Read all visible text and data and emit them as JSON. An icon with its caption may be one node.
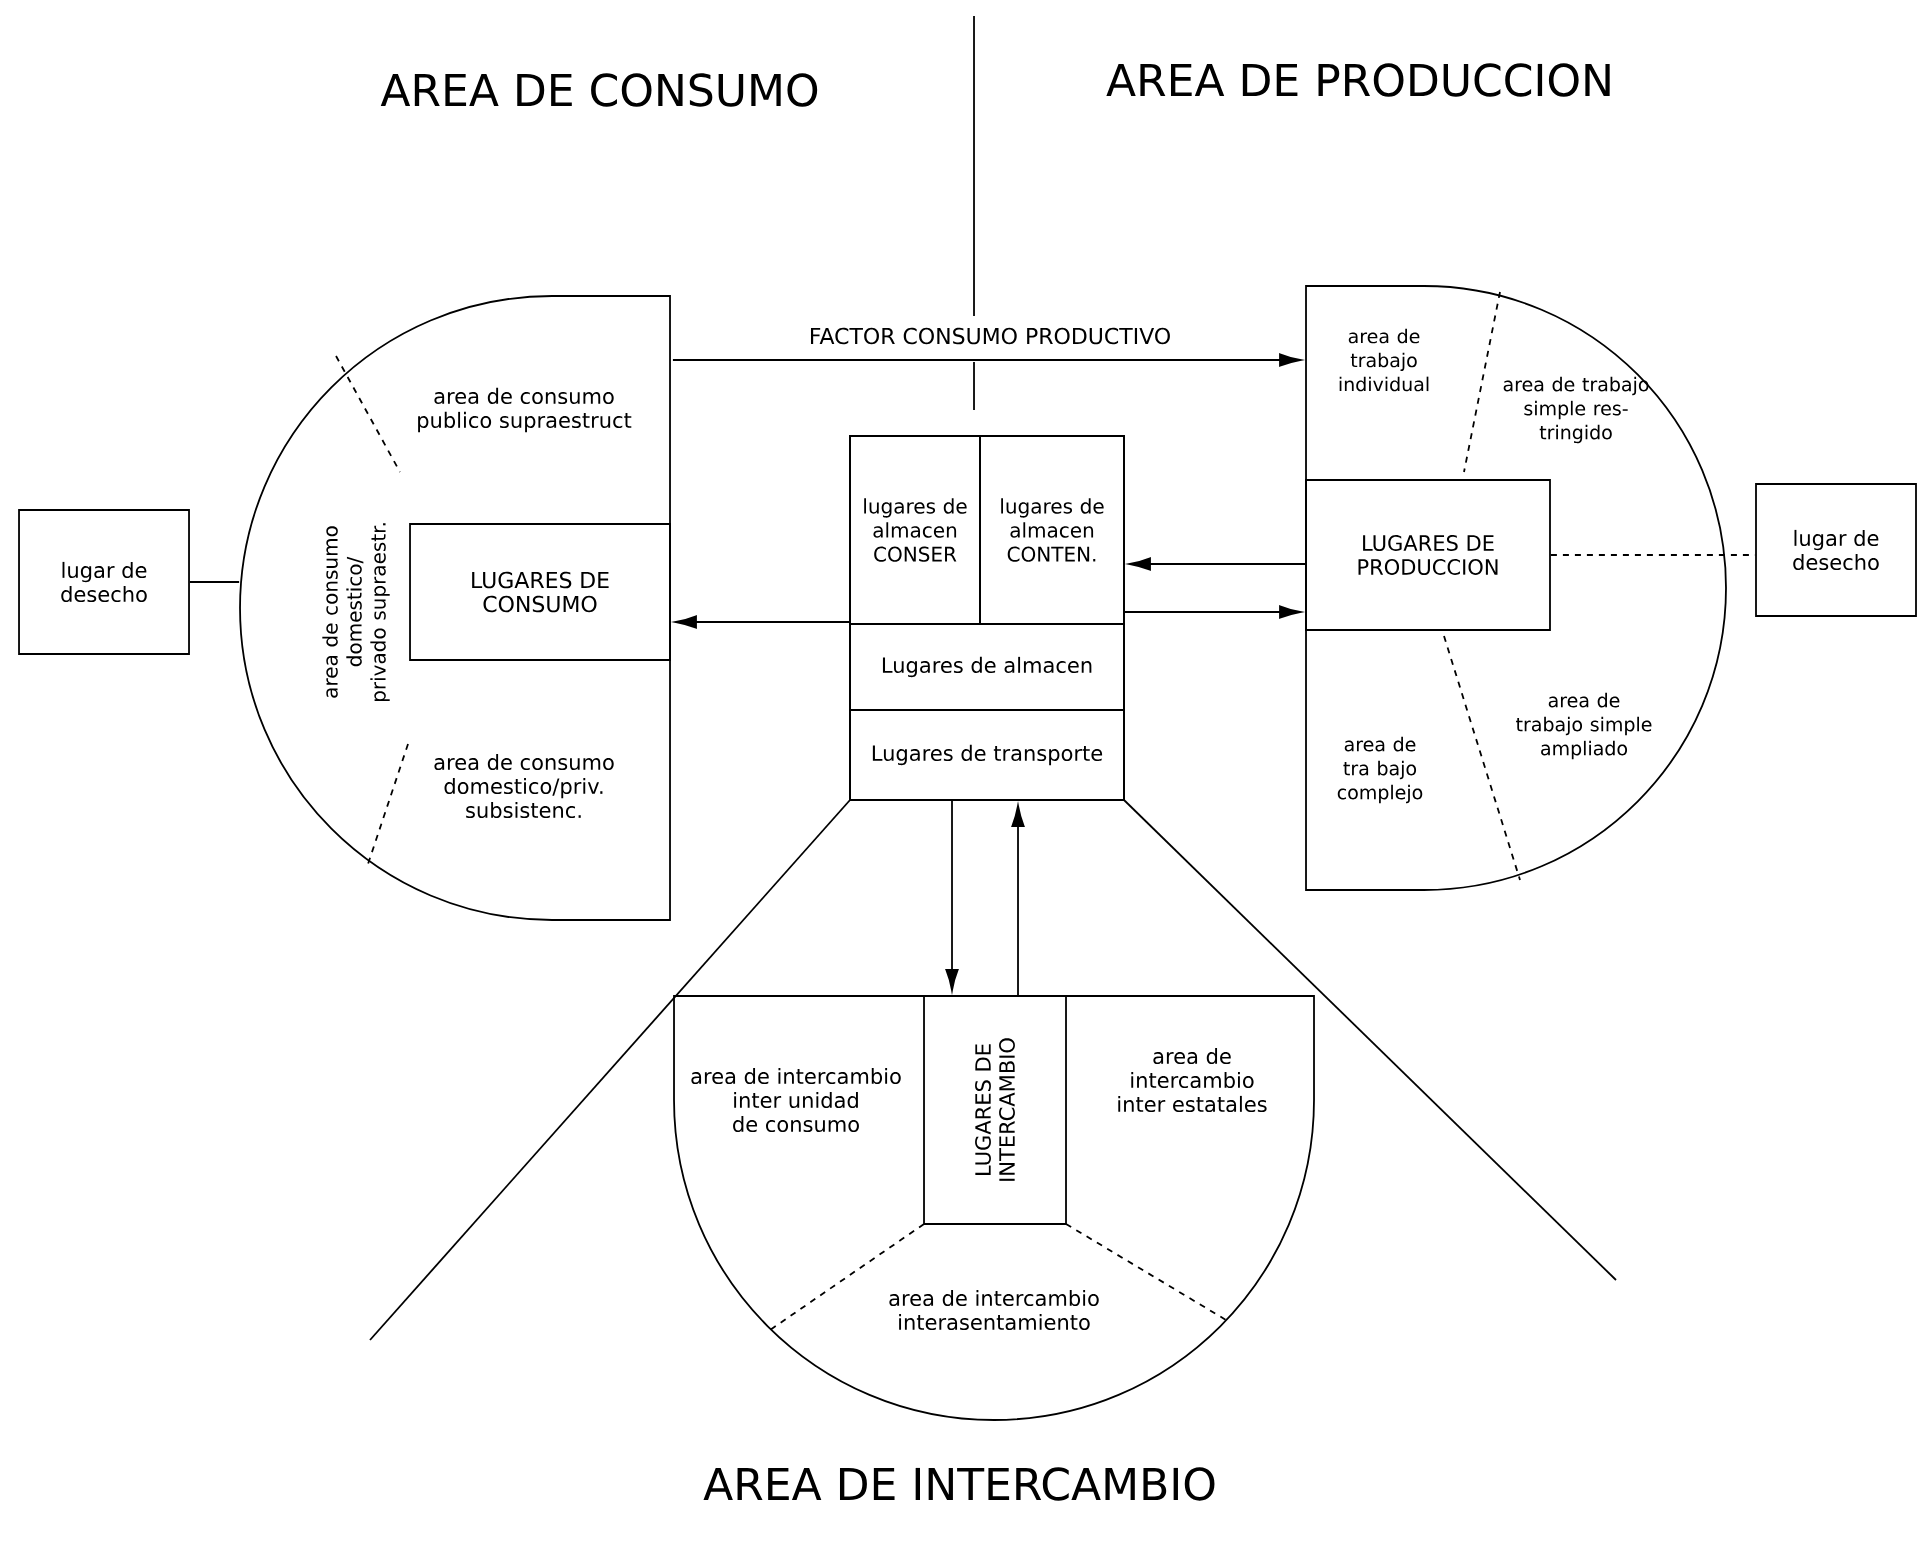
{
  "diagram": {
    "nodes": [
      {
        "text": [
          "lugar de desecho"
        ]
      },
      {
        "text": [],
        "shape": "semicircle"
      },
      {
        "text": [
          "area de consumo publico supraestruct"
        ],
        "in": 1
      },
      {
        "text": [
          "area de consumo domestico/ privado supraestr."
        ],
        "in": 1
      },
      {
        "text": [
          "LUGARES DE CONSUMO"
        ],
        "in": 1
      },
      {
        "text": [
          "area de consumo domestico/priv. subsistenc."
        ],
        "in": 1
      },
      {
        "text": [],
        "shape": "box"
      },
      {
        "text": [
          "lugares de almacen CONSER"
        ],
        "in": 6
      },
      {
        "text": [
          "lugares de almacen CONTEN."
        ],
        "in": 6
      },
      {
        "text": [
          "Lugares de almacen"
        ],
        "in": 6
      },
      {
        "text": [
          "Lugares de transporte"
        ],
        "in": 6
      },
      {
        "text": [],
        "shape": "semicircle"
      },
      {
        "text": [
          "area de trabajo individual"
        ],
        "in": 11
      },
      {
        "text": [
          "area de trabajo simple res- tringido"
        ],
        "in": 11
      },
      {
        "text": [
          "LUGARES DE PRODUCCION"
        ],
        "in": 11
      },
      {
        "text": [
          "area de trabajo simple ampliado"
        ],
        "in": 11
      },
      {
        "text": [
          "area de tra bajo complejo"
        ],
        "in": 11
      },
      {
        "text": [
          "lugar de desecho"
        ]
      },
      {
        "text": [],
        "shape": "semicircle"
      },
      {
        "text": [
          "area de intercambio inter unidad de consumo"
        ],
        "in": 18
      },
      {
        "text": [
          "LUGARES DE INTERCAMBIO"
        ],
        "in": 18
      },
      {
        "text": [
          "area de intercambio inter estatales"
        ],
        "in": 18
      },
      {
        "text": [
          "area de intercambio interasentamiento"
        ],
        "in": 18
      }
    ],
    "edges": [
      {
        "from": 0,
        "to": 1,
        "arrow": "none"
      },
      {
        "from": 1,
        "to": 11,
        "arrow": "to",
        "label": "FACTOR CONSUMO PRODUCTIVO"
      },
      {
        "from": 6,
        "to": 4,
        "arrow": "to"
      },
      {
        "from": 14,
        "to": 6,
        "arrow": "to"
      },
      {
        "from": 6,
        "to": 14,
        "arrow": "to"
      },
      {
        "from": 14,
        "to": 17,
        "arrow": "none",
        "style": "dashed"
      },
      {
        "from": 6,
        "to": 20,
        "arrow": "to"
      },
      {
        "from": 20,
        "to": 6,
        "arrow": "to"
      }
    ],
    "labels": [
      "AREA DE CONSUMO",
      "AREA DE PRODUCCION",
      "AREA DE INTERCAMBIO"
    ]
  }
}
